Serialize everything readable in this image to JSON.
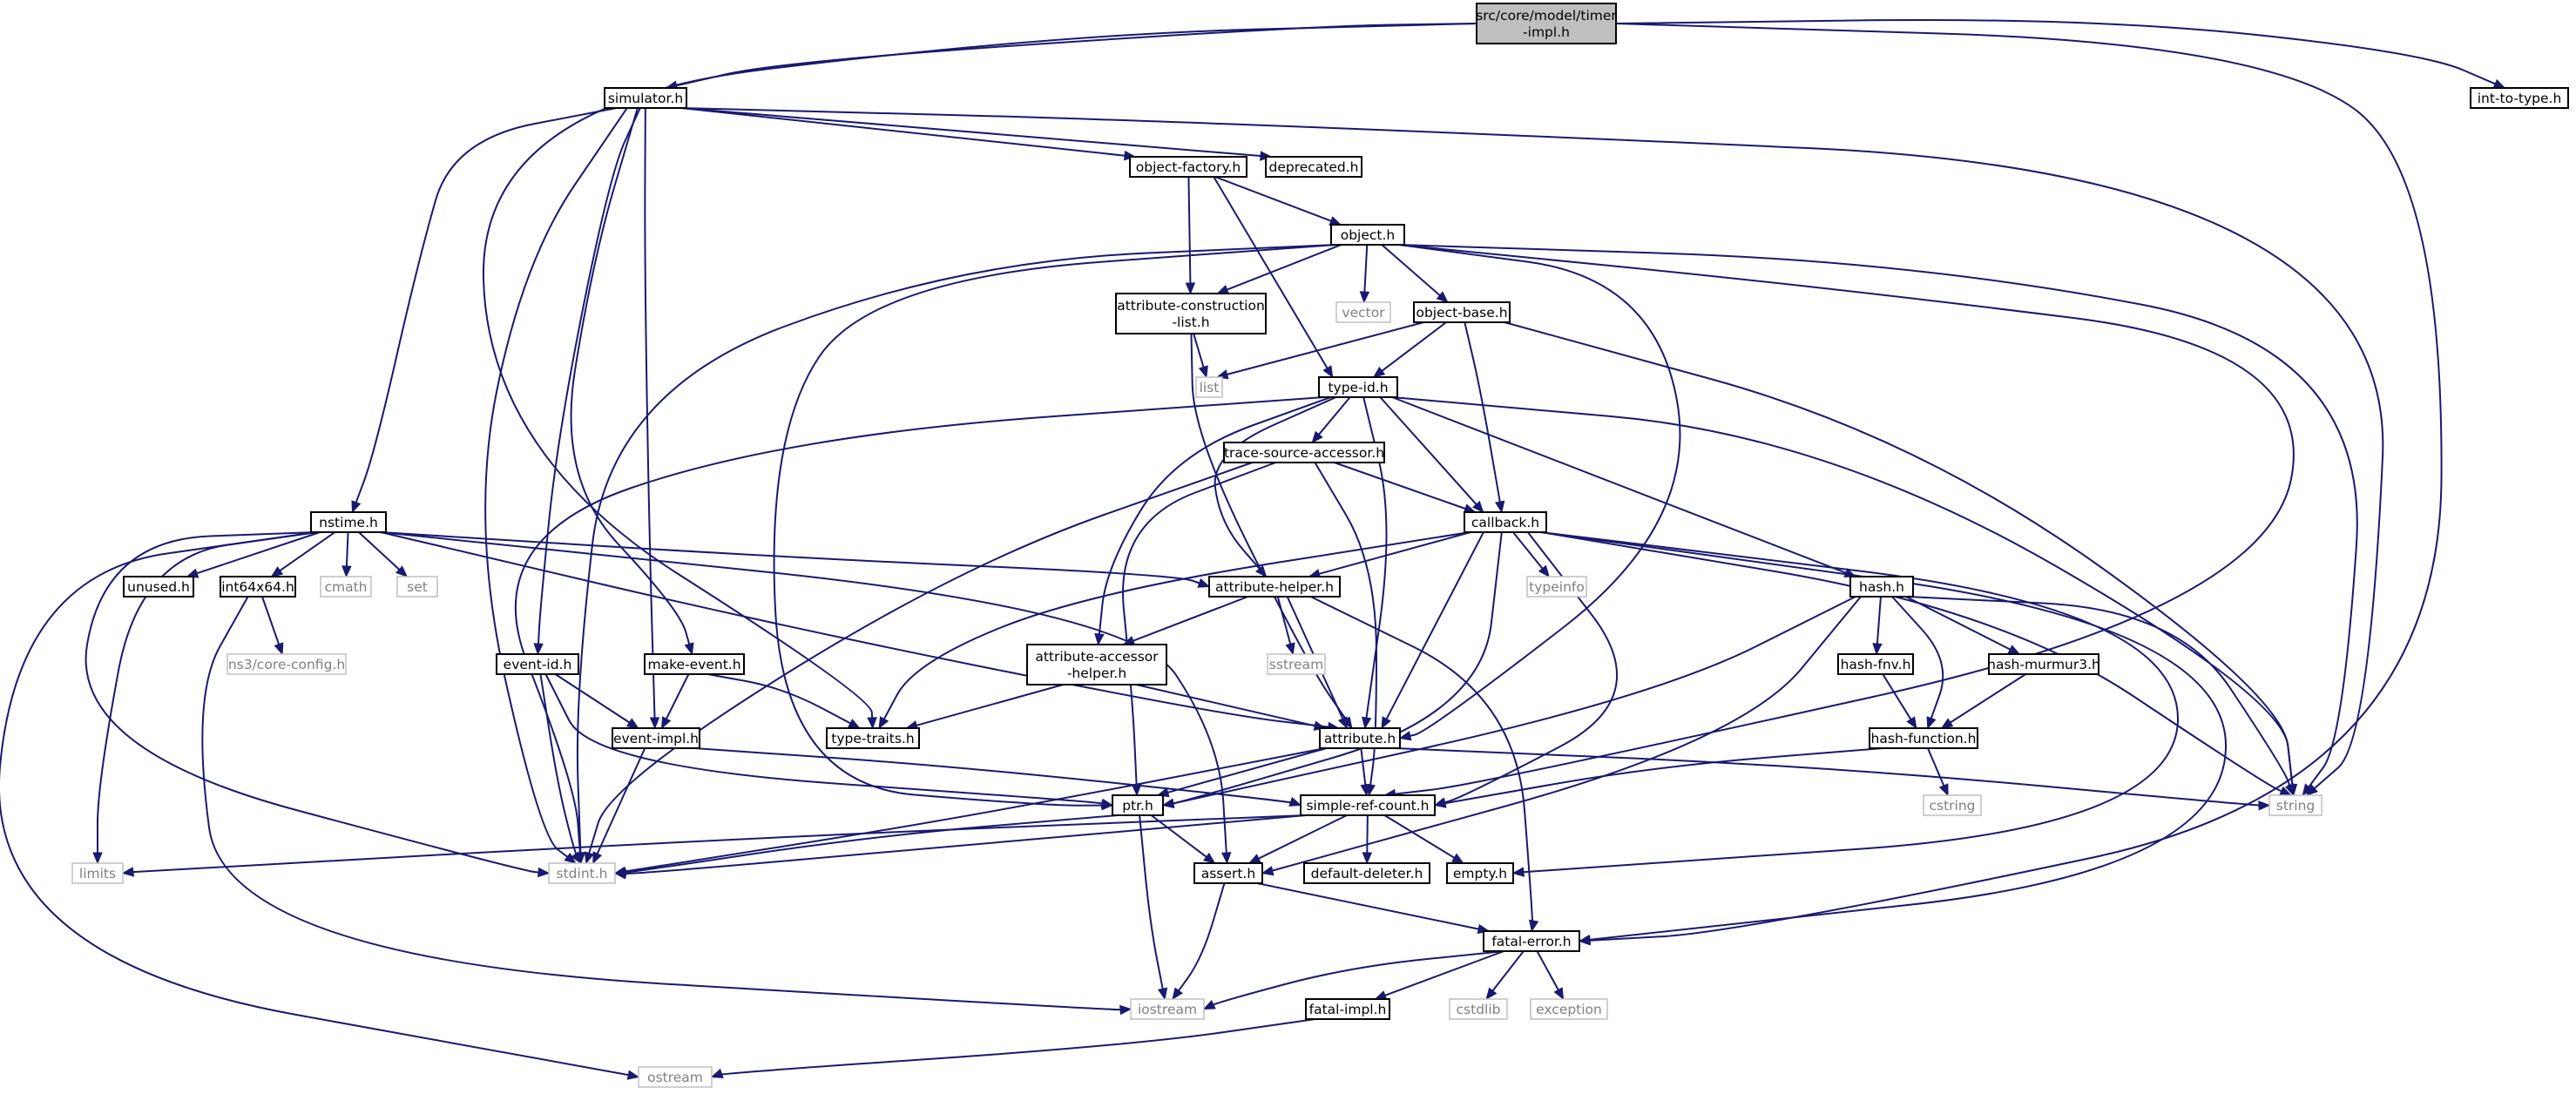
{
  "graph": {
    "colors": {
      "edge": "#191970",
      "root_fill": "#bfbfbf",
      "node_border": "#000000",
      "external_border": "#bfbfbf",
      "external_text": "#808080"
    },
    "nodes": [
      {
        "id": "timer_impl",
        "lines": [
          "src/core/model/timer",
          "-impl.h"
        ],
        "kind": "root"
      },
      {
        "id": "simulator",
        "lines": [
          "simulator.h"
        ],
        "kind": "file"
      },
      {
        "id": "int_to_type",
        "lines": [
          "int-to-type.h"
        ],
        "kind": "file"
      },
      {
        "id": "object_factory",
        "lines": [
          "object-factory.h"
        ],
        "kind": "file"
      },
      {
        "id": "deprecated",
        "lines": [
          "deprecated.h"
        ],
        "kind": "file"
      },
      {
        "id": "object",
        "lines": [
          "object.h"
        ],
        "kind": "file"
      },
      {
        "id": "attr_construction",
        "lines": [
          "attribute-construction",
          "-list.h"
        ],
        "kind": "file"
      },
      {
        "id": "vector",
        "lines": [
          "vector"
        ],
        "kind": "external"
      },
      {
        "id": "object_base",
        "lines": [
          "object-base.h"
        ],
        "kind": "file"
      },
      {
        "id": "list",
        "lines": [
          "list"
        ],
        "kind": "external"
      },
      {
        "id": "type_id",
        "lines": [
          "type-id.h"
        ],
        "kind": "file"
      },
      {
        "id": "trace_source",
        "lines": [
          "trace-source-accessor.h"
        ],
        "kind": "file"
      },
      {
        "id": "nstime",
        "lines": [
          "nstime.h"
        ],
        "kind": "file"
      },
      {
        "id": "callback",
        "lines": [
          "callback.h"
        ],
        "kind": "file"
      },
      {
        "id": "unused",
        "lines": [
          "unused.h"
        ],
        "kind": "file"
      },
      {
        "id": "int64x64",
        "lines": [
          "int64x64.h"
        ],
        "kind": "file"
      },
      {
        "id": "cmath",
        "lines": [
          "cmath"
        ],
        "kind": "external"
      },
      {
        "id": "set",
        "lines": [
          "set"
        ],
        "kind": "external"
      },
      {
        "id": "attr_helper",
        "lines": [
          "attribute-helper.h"
        ],
        "kind": "file"
      },
      {
        "id": "typeinfo",
        "lines": [
          "typeinfo"
        ],
        "kind": "external"
      },
      {
        "id": "hash",
        "lines": [
          "hash.h"
        ],
        "kind": "file"
      },
      {
        "id": "core_config",
        "lines": [
          "ns3/core-config.h"
        ],
        "kind": "external"
      },
      {
        "id": "sstream",
        "lines": [
          "sstream"
        ],
        "kind": "external"
      },
      {
        "id": "event_id",
        "lines": [
          "event-id.h"
        ],
        "kind": "file"
      },
      {
        "id": "make_event",
        "lines": [
          "make-event.h"
        ],
        "kind": "file"
      },
      {
        "id": "attr_accessor",
        "lines": [
          "attribute-accessor",
          "-helper.h"
        ],
        "kind": "file"
      },
      {
        "id": "hash_fnv",
        "lines": [
          "hash-fnv.h"
        ],
        "kind": "file"
      },
      {
        "id": "hash_murmur3",
        "lines": [
          "hash-murmur3.h"
        ],
        "kind": "file"
      },
      {
        "id": "event_impl",
        "lines": [
          "event-impl.h"
        ],
        "kind": "file"
      },
      {
        "id": "type_traits",
        "lines": [
          "type-traits.h"
        ],
        "kind": "file"
      },
      {
        "id": "attribute",
        "lines": [
          "attribute.h"
        ],
        "kind": "file"
      },
      {
        "id": "hash_function",
        "lines": [
          "hash-function.h"
        ],
        "kind": "file"
      },
      {
        "id": "ptr",
        "lines": [
          "ptr.h"
        ],
        "kind": "file"
      },
      {
        "id": "simple_ref",
        "lines": [
          "simple-ref-count.h"
        ],
        "kind": "file"
      },
      {
        "id": "cstring",
        "lines": [
          "cstring"
        ],
        "kind": "external"
      },
      {
        "id": "string",
        "lines": [
          "string"
        ],
        "kind": "external"
      },
      {
        "id": "limits",
        "lines": [
          "limits"
        ],
        "kind": "external"
      },
      {
        "id": "stdint",
        "lines": [
          "stdint.h"
        ],
        "kind": "external"
      },
      {
        "id": "assert",
        "lines": [
          "assert.h"
        ],
        "kind": "file"
      },
      {
        "id": "default_deleter",
        "lines": [
          "default-deleter.h"
        ],
        "kind": "file"
      },
      {
        "id": "empty",
        "lines": [
          "empty.h"
        ],
        "kind": "file"
      },
      {
        "id": "fatal_error",
        "lines": [
          "fatal-error.h"
        ],
        "kind": "file"
      },
      {
        "id": "iostream",
        "lines": [
          "iostream"
        ],
        "kind": "external"
      },
      {
        "id": "fatal_impl",
        "lines": [
          "fatal-impl.h"
        ],
        "kind": "file"
      },
      {
        "id": "cstdlib",
        "lines": [
          "cstdlib"
        ],
        "kind": "external"
      },
      {
        "id": "exception",
        "lines": [
          "exception"
        ],
        "kind": "external"
      },
      {
        "id": "ostream",
        "lines": [
          "ostream"
        ],
        "kind": "external"
      }
    ],
    "edges": [
      [
        "timer_impl",
        "simulator"
      ],
      [
        "timer_impl",
        "int_to_type"
      ],
      [
        "timer_impl",
        "type_traits"
      ],
      [
        "timer_impl",
        "fatal_error"
      ],
      [
        "simulator",
        "object_factory"
      ],
      [
        "simulator",
        "deprecated"
      ],
      [
        "simulator",
        "nstime"
      ],
      [
        "simulator",
        "event_id"
      ],
      [
        "simulator",
        "event_impl"
      ],
      [
        "simulator",
        "make_event"
      ],
      [
        "simulator",
        "stdint"
      ],
      [
        "simulator",
        "string"
      ],
      [
        "object_factory",
        "object"
      ],
      [
        "object_factory",
        "attr_construction"
      ],
      [
        "object_factory",
        "type_id"
      ],
      [
        "object",
        "attr_construction"
      ],
      [
        "object",
        "vector"
      ],
      [
        "object",
        "object_base"
      ],
      [
        "object",
        "ptr"
      ],
      [
        "object",
        "attribute"
      ],
      [
        "object",
        "stdint"
      ],
      [
        "object",
        "simple_ref"
      ],
      [
        "object",
        "string"
      ],
      [
        "attr_construction",
        "list"
      ],
      [
        "attr_construction",
        "attribute"
      ],
      [
        "object_base",
        "list"
      ],
      [
        "object_base",
        "type_id"
      ],
      [
        "object_base",
        "callback"
      ],
      [
        "object_base",
        "string"
      ],
      [
        "type_id",
        "trace_source"
      ],
      [
        "type_id",
        "callback"
      ],
      [
        "type_id",
        "attr_helper"
      ],
      [
        "type_id",
        "attr_accessor"
      ],
      [
        "type_id",
        "attribute"
      ],
      [
        "type_id",
        "hash"
      ],
      [
        "type_id",
        "stdint"
      ],
      [
        "type_id",
        "string"
      ],
      [
        "trace_source",
        "callback"
      ],
      [
        "trace_source",
        "ptr"
      ],
      [
        "trace_source",
        "simple_ref"
      ],
      [
        "trace_source",
        "stdint"
      ],
      [
        "nstime",
        "unused"
      ],
      [
        "nstime",
        "int64x64"
      ],
      [
        "nstime",
        "cmath"
      ],
      [
        "nstime",
        "set"
      ],
      [
        "nstime",
        "attr_helper"
      ],
      [
        "nstime",
        "attribute"
      ],
      [
        "nstime",
        "assert"
      ],
      [
        "nstime",
        "limits"
      ],
      [
        "nstime",
        "stdint"
      ],
      [
        "nstime",
        "ostream"
      ],
      [
        "callback",
        "typeinfo"
      ],
      [
        "callback",
        "attr_helper"
      ],
      [
        "callback",
        "attribute"
      ],
      [
        "callback",
        "ptr"
      ],
      [
        "callback",
        "simple_ref"
      ],
      [
        "callback",
        "type_traits"
      ],
      [
        "callback",
        "string"
      ],
      [
        "callback",
        "empty"
      ],
      [
        "callback",
        "fatal_error"
      ],
      [
        "int64x64",
        "core_config"
      ],
      [
        "int64x64",
        "iostream"
      ],
      [
        "attr_helper",
        "sstream"
      ],
      [
        "attr_helper",
        "attr_accessor"
      ],
      [
        "attr_helper",
        "attribute"
      ],
      [
        "attr_helper",
        "fatal_error"
      ],
      [
        "hash",
        "hash_fnv"
      ],
      [
        "hash",
        "hash_murmur3"
      ],
      [
        "hash",
        "hash_function"
      ],
      [
        "hash",
        "ptr"
      ],
      [
        "hash",
        "assert"
      ],
      [
        "hash",
        "string"
      ],
      [
        "event_id",
        "event_impl"
      ],
      [
        "event_id",
        "ptr"
      ],
      [
        "event_id",
        "stdint"
      ],
      [
        "make_event",
        "event_impl"
      ],
      [
        "make_event",
        "type_traits"
      ],
      [
        "attr_accessor",
        "attribute"
      ],
      [
        "attr_accessor",
        "type_traits"
      ],
      [
        "hash_fnv",
        "hash_function"
      ],
      [
        "hash_murmur3",
        "hash_function"
      ],
      [
        "hash_function",
        "cstring"
      ],
      [
        "hash_function",
        "simple_ref"
      ],
      [
        "event_impl",
        "simple_ref"
      ],
      [
        "event_impl",
        "stdint"
      ],
      [
        "attribute",
        "ptr"
      ],
      [
        "attribute",
        "simple_ref"
      ],
      [
        "attribute",
        "string"
      ],
      [
        "attribute",
        "stdint"
      ],
      [
        "ptr",
        "assert"
      ],
      [
        "ptr",
        "iostream"
      ],
      [
        "ptr",
        "stdint"
      ],
      [
        "simple_ref",
        "assert"
      ],
      [
        "simple_ref",
        "default_deleter"
      ],
      [
        "simple_ref",
        "empty"
      ],
      [
        "simple_ref",
        "limits"
      ],
      [
        "simple_ref",
        "stdint"
      ],
      [
        "assert",
        "fatal_error"
      ],
      [
        "assert",
        "iostream"
      ],
      [
        "fatal_error",
        "iostream"
      ],
      [
        "fatal_error",
        "fatal_impl"
      ],
      [
        "fatal_error",
        "cstdlib"
      ],
      [
        "fatal_error",
        "exception"
      ],
      [
        "fatal_impl",
        "ostream"
      ]
    ]
  }
}
